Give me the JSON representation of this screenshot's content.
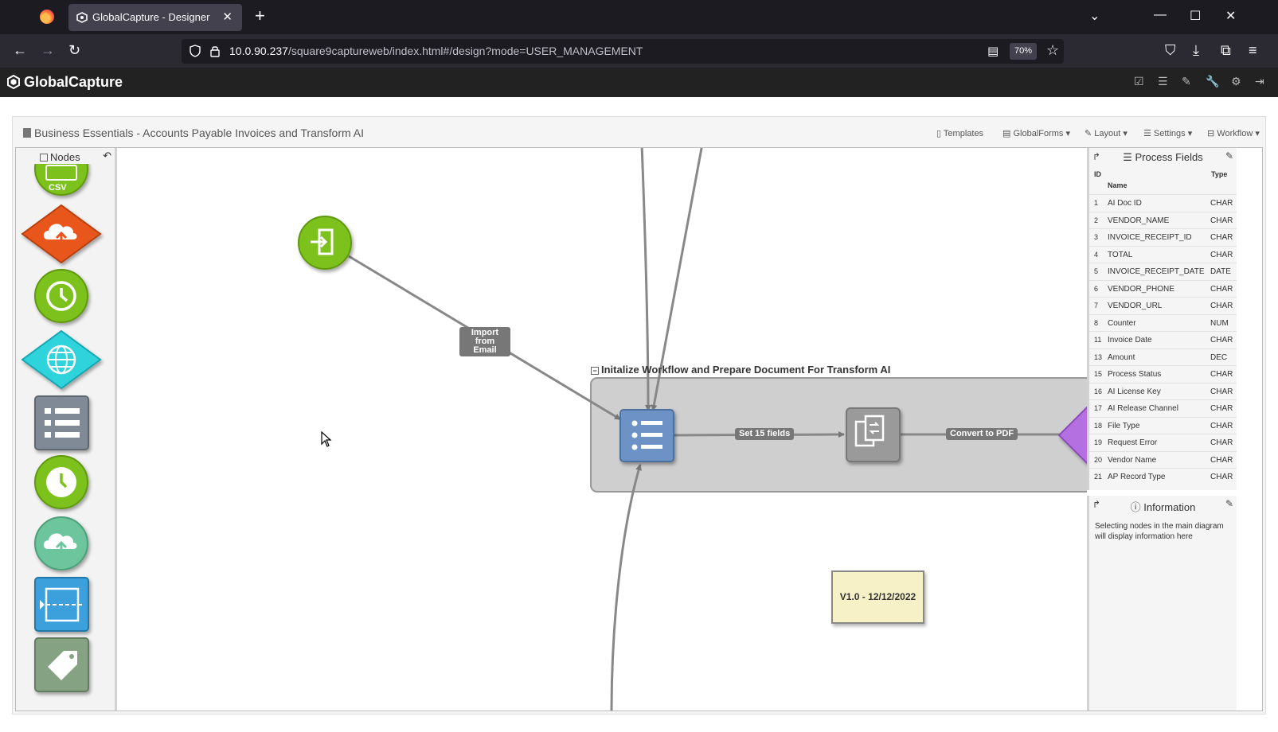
{
  "browser": {
    "tab_title": "GlobalCapture - Designer",
    "tab_close": "✕",
    "new_tab": "+",
    "url_host": "10.0.90.237",
    "url_path": "/square9captureweb/index.html#/design?mode=USER_MANAGEMENT",
    "zoom": "70%"
  },
  "app": {
    "brand": "GlobalCapture"
  },
  "panel": {
    "title": "Business Essentials - Accounts Payable Invoices and Transform AI",
    "toolbar": {
      "templates": "Templates",
      "globalforms": "GlobalForms ▾",
      "layout": "Layout ▾",
      "settings": "Settings ▾",
      "workflow": "Workflow ▾"
    }
  },
  "palette": {
    "title": "Nodes",
    "csv_label": "CSV"
  },
  "diagram": {
    "edge_import": "Import from Email",
    "edge_set_fields": "Set 15 fields",
    "edge_convert": "Convert to PDF",
    "group_title": "Initalize Workflow and Prepare Document For Transform AI",
    "sticky_note": "V1.0 - 12/12/2022"
  },
  "process_fields": {
    "title": "Process Fields",
    "col_id": "ID",
    "col_name": "Name",
    "col_type": "Type",
    "rows": [
      {
        "id": "1",
        "name": "AI Doc ID",
        "type": "CHAR"
      },
      {
        "id": "2",
        "name": "VENDOR_NAME",
        "type": "CHAR"
      },
      {
        "id": "3",
        "name": "INVOICE_RECEIPT_ID",
        "type": "CHAR"
      },
      {
        "id": "4",
        "name": "TOTAL",
        "type": "CHAR"
      },
      {
        "id": "5",
        "name": "INVOICE_RECEIPT_DATE",
        "type": "DATE"
      },
      {
        "id": "6",
        "name": "VENDOR_PHONE",
        "type": "CHAR"
      },
      {
        "id": "7",
        "name": "VENDOR_URL",
        "type": "CHAR"
      },
      {
        "id": "8",
        "name": "Counter",
        "type": "NUM"
      },
      {
        "id": "11",
        "name": "Invoice Date",
        "type": "CHAR"
      },
      {
        "id": "13",
        "name": "Amount",
        "type": "DEC"
      },
      {
        "id": "15",
        "name": "Process Status",
        "type": "CHAR"
      },
      {
        "id": "16",
        "name": "AI License Key",
        "type": "CHAR"
      },
      {
        "id": "17",
        "name": "AI Release Channel",
        "type": "CHAR"
      },
      {
        "id": "18",
        "name": "File Type",
        "type": "CHAR"
      },
      {
        "id": "19",
        "name": "Request Error",
        "type": "CHAR"
      },
      {
        "id": "20",
        "name": "Vendor Name",
        "type": "CHAR"
      },
      {
        "id": "21",
        "name": "AP Record Type",
        "type": "CHAR"
      }
    ]
  },
  "information": {
    "title": "Information",
    "text": "Selecting nodes in the main diagram will display information here"
  },
  "colors": {
    "green": "#7dc21e",
    "orange": "#e8561e",
    "cyan": "#2ed3dc",
    "slate": "#7f8a96",
    "teal": "#6cc59c",
    "blue": "#3aa0dc",
    "sage": "#85a383",
    "purple": "#b46fe0"
  }
}
